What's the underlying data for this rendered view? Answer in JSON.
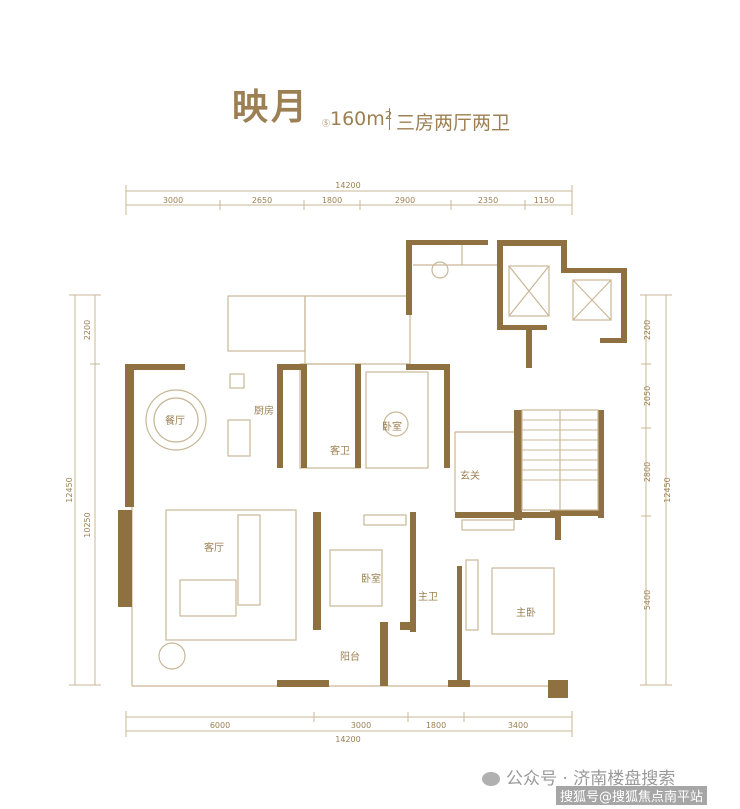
{
  "header": {
    "title": "映月",
    "area_prefix": "Ⓢ",
    "area": "160m²",
    "layout": "三房两厅两卫"
  },
  "dimensions": {
    "top_total": "14200",
    "top_segments": [
      "3000",
      "2650",
      "1800",
      "2900",
      "2350",
      "1150"
    ],
    "bottom_segments": [
      "6000",
      "3000",
      "1800",
      "3400"
    ],
    "bottom_total": "14200",
    "left_segments": [
      "2200",
      "10250"
    ],
    "left_total": "12450",
    "right_segments": [
      "2200",
      "2050",
      "2800",
      "5400"
    ],
    "right_total": "12450"
  },
  "rooms": {
    "dining": "餐厅",
    "kitchen": "厨房",
    "guest_bath": "客卫",
    "bedroom_top": "卧室",
    "living": "客厅",
    "foyer": "玄关",
    "bedroom_mid": "卧室",
    "master_bath": "主卫",
    "master_bedroom": "主卧",
    "balcony": "阳台"
  },
  "watermarks": {
    "wechat": "公众号 · 济南楼盘搜索",
    "sohu": "搜狐号@搜狐焦点南平站"
  },
  "colors": {
    "accent": "#9c7f52",
    "wall": "#8f7040",
    "line": "#c9b797"
  }
}
